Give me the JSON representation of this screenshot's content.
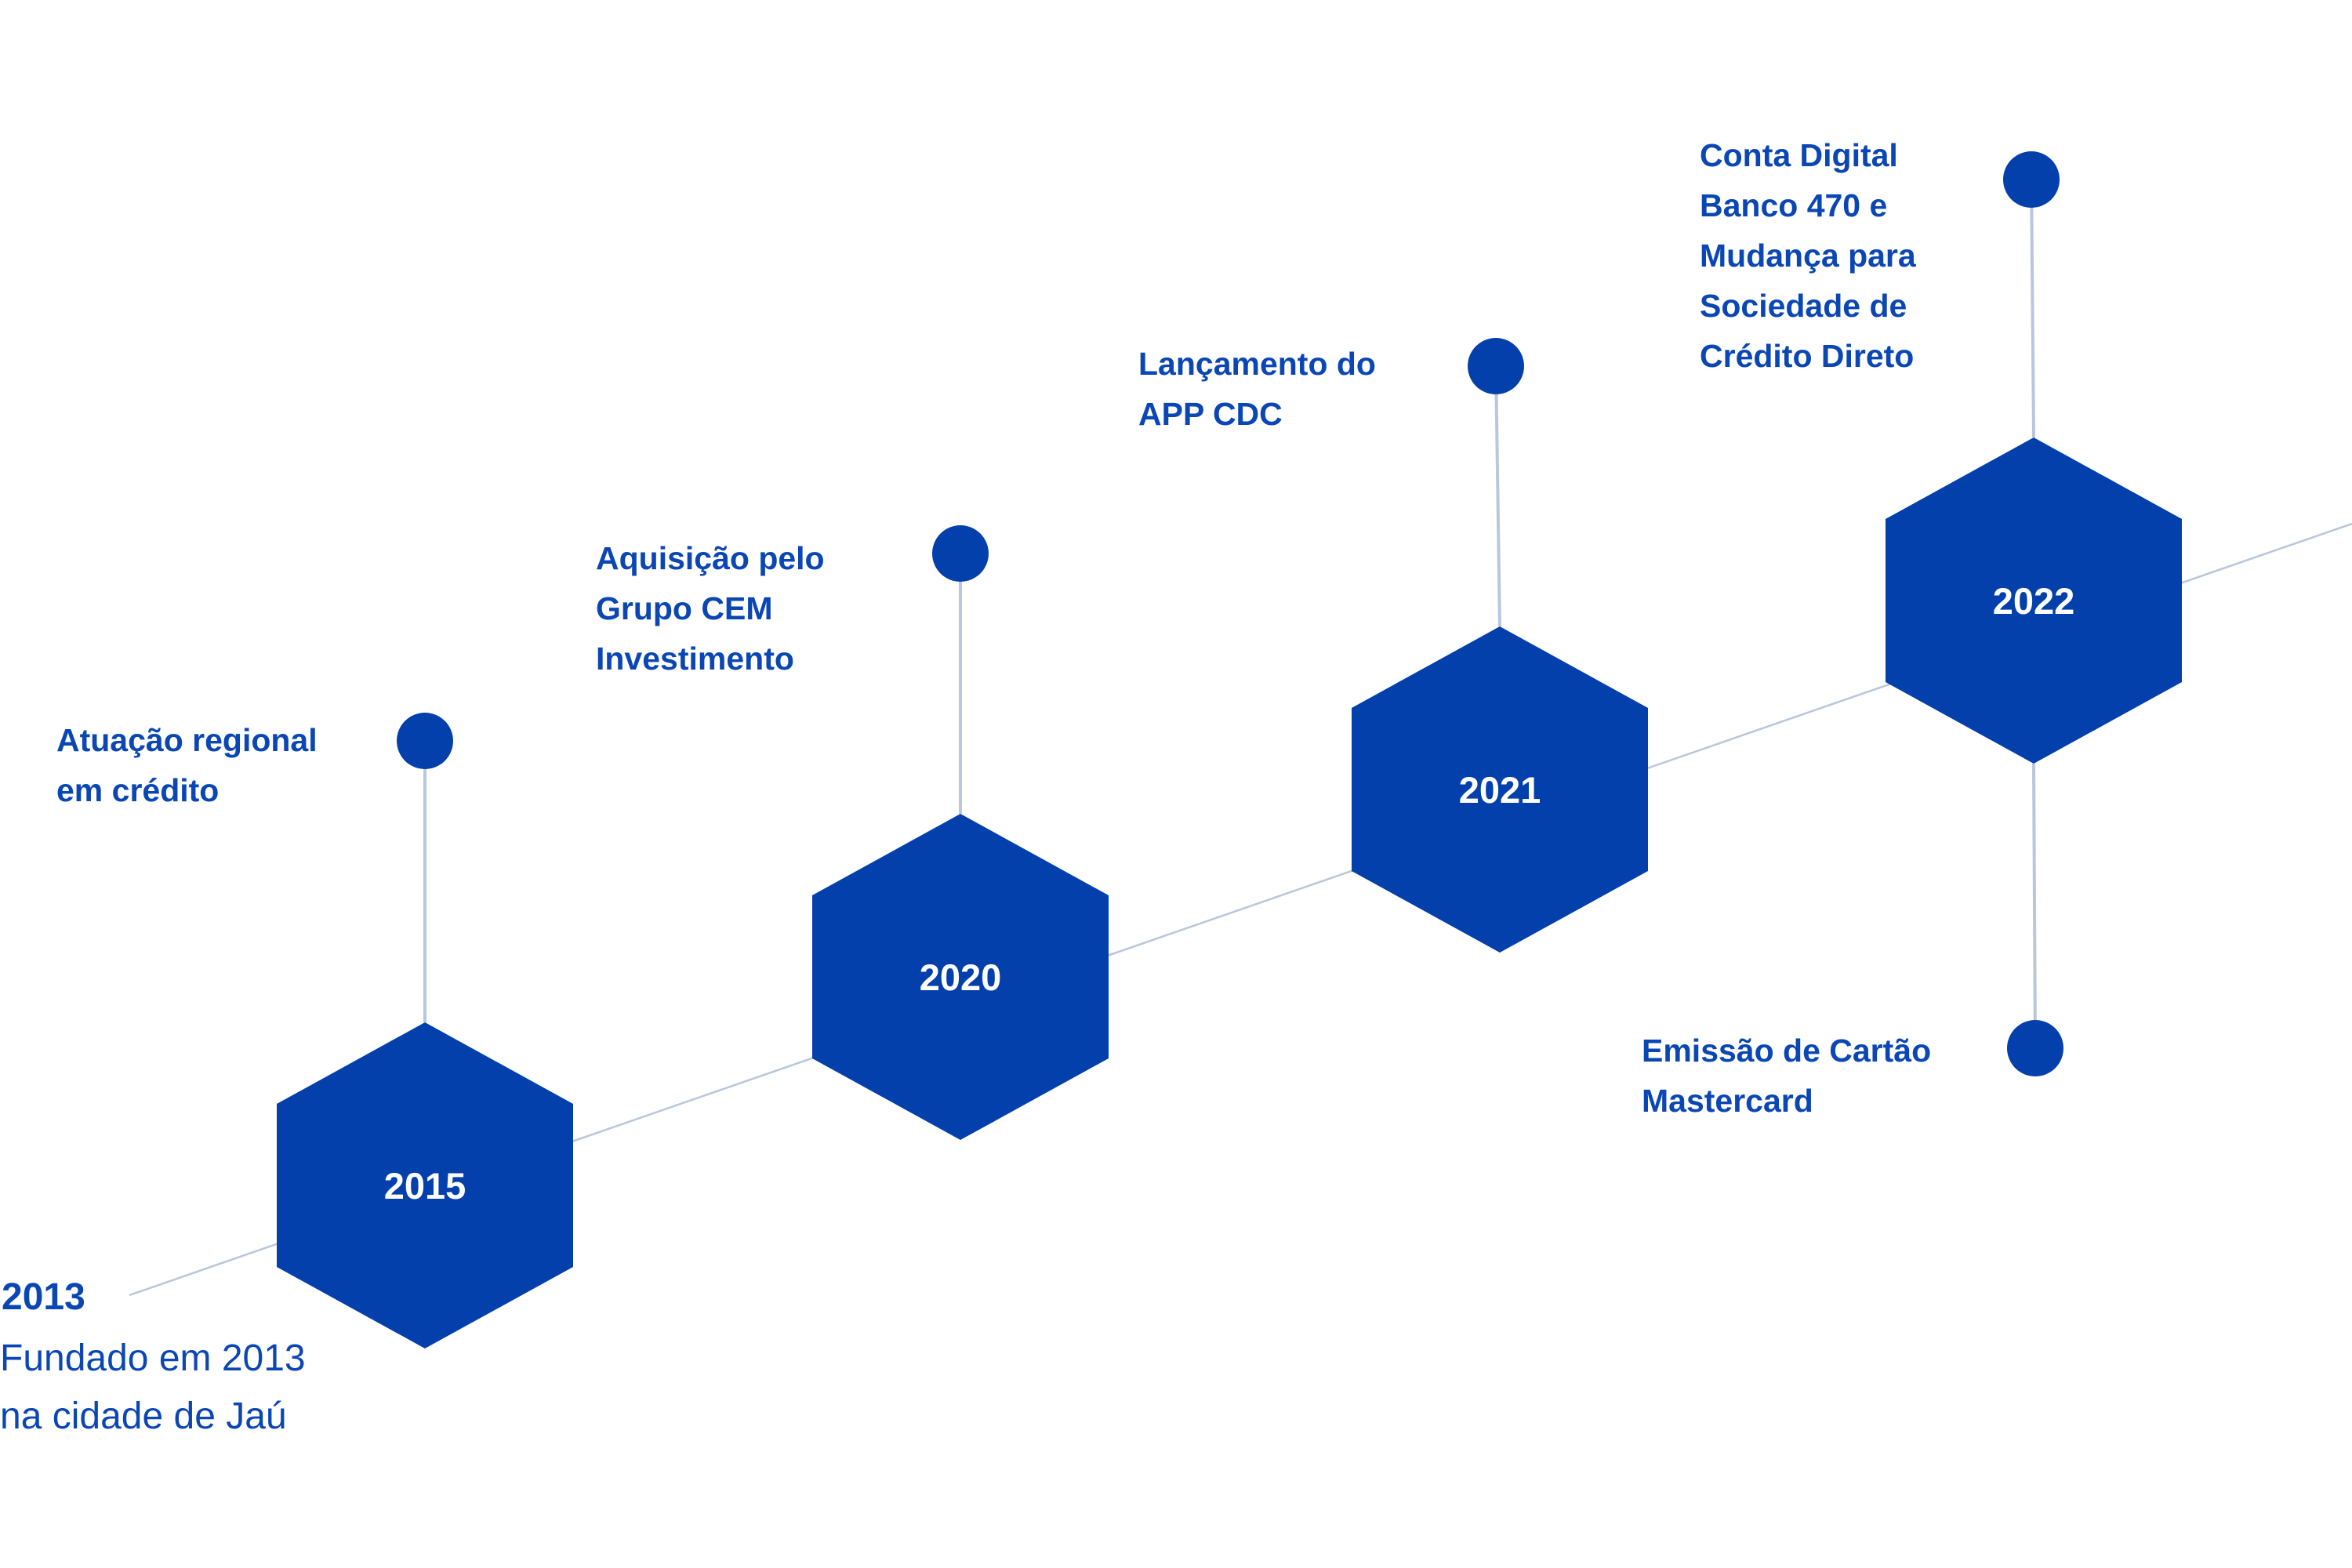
{
  "colors": {
    "primary": "#0340ab",
    "text": "#0a46b4",
    "line": "#b9c6dc",
    "year_text": "#ffffff"
  },
  "founding": {
    "year": "2013",
    "description_lines": [
      "Fundado em 2013",
      "na cidade de Jaú"
    ]
  },
  "milestones": [
    {
      "year": "2015",
      "label_lines": [
        "Atuação regional",
        "em crédito"
      ]
    },
    {
      "year": "2020",
      "label_lines": [
        "Aquisição pelo",
        "Grupo CEM",
        "Investimento"
      ]
    },
    {
      "year": "2021",
      "label_lines": [
        "Lançamento do",
        "APP CDC"
      ]
    },
    {
      "year": "2022",
      "label_lines": [
        "Conta Digital",
        "Banco 470 e",
        "Mudança para",
        "Sociedade de",
        "Crédito Direto"
      ]
    }
  ],
  "extra_milestone": {
    "year": "2022",
    "label_lines": [
      "Emissão de Cartão",
      "Mastercard"
    ]
  }
}
